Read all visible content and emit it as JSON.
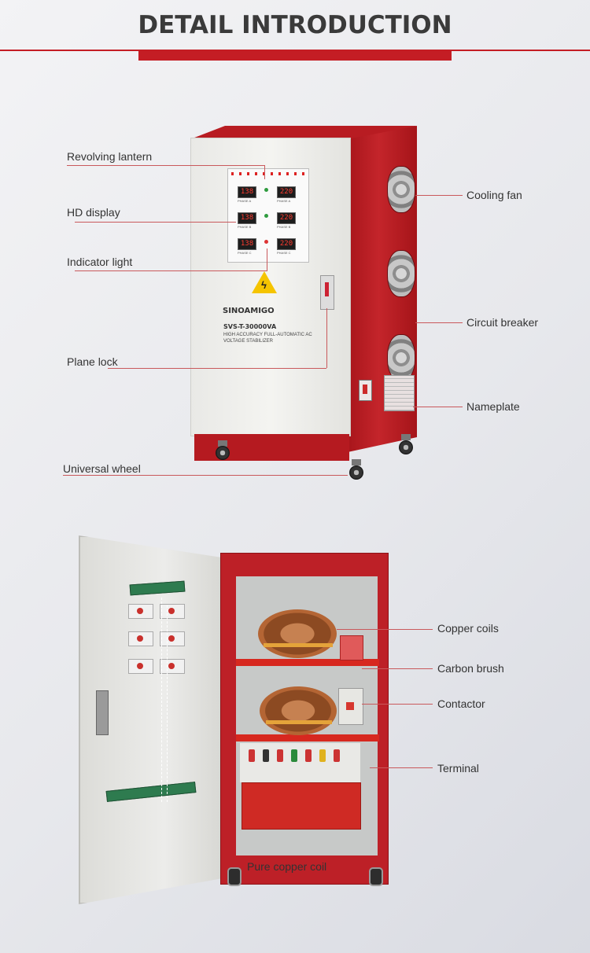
{
  "header": {
    "title": "DETAIL INTRODUCTION"
  },
  "product": {
    "brand": "SINOAMIGO",
    "model": "SVS-T-30000VA",
    "description": "HIGH ACCURACY FULL-AUTOMATIC AC VOLTAGE STABILIZER",
    "displays": [
      "138",
      "220",
      "138",
      "220",
      "138",
      "220"
    ],
    "phase_labels": [
      "PHASE A",
      "PHASE A",
      "PHASE B",
      "PHASE B",
      "PHASE C",
      "PHASE C"
    ]
  },
  "callouts_top": {
    "revolving_lantern": "Revolving lantern",
    "hd_display": "HD display",
    "indicator_light": "Indicator light",
    "plane_lock": "Plane lock",
    "universal_wheel": "Universal wheel",
    "cooling_fan": "Cooling fan",
    "circuit_breaker": "Circuit breaker",
    "nameplate": "Nameplate"
  },
  "callouts_bottom": {
    "copper_coils": "Copper coils",
    "carbon_brush": "Carbon brush",
    "contactor": "Contactor",
    "terminal": "Terminal",
    "pure_copper_coil": "Pure copper coil"
  },
  "colors": {
    "accent": "#c41d24",
    "cabinet_red": "#bd2027",
    "front_panel": "#eeeeeb"
  }
}
